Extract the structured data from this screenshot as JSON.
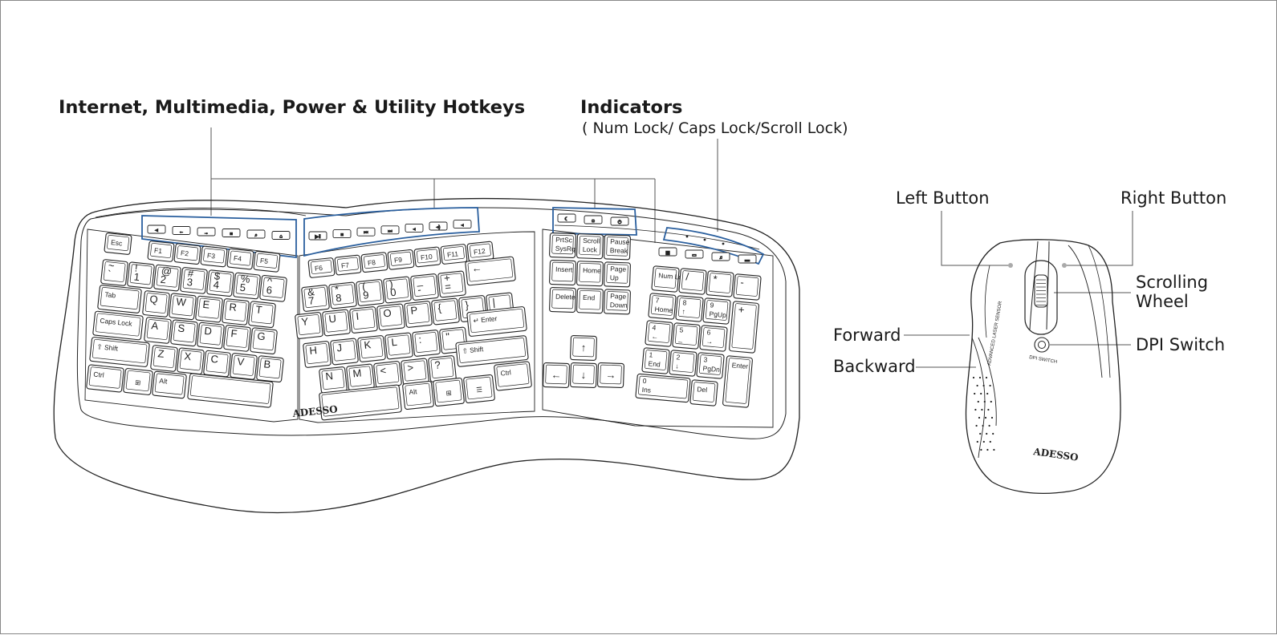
{
  "labels": {
    "hotkeys": "Internet, Multimedia, Power & Utility Hotkeys",
    "indicators_title": "Indicators",
    "indicators_sub": "( Num Lock/ Caps Lock/Scroll Lock)",
    "left_button": "Left Button",
    "right_button": "Right Button",
    "scrolling_wheel_1": "Scrolling",
    "scrolling_wheel_2": "Wheel",
    "forward": "Forward",
    "dpi_switch": "DPI Switch",
    "backward": "Backward"
  },
  "brand": "ADESSO",
  "mouse_side_text": "ADVANCED LASER SENSOR",
  "dpi_text": "DPI SWITCH",
  "keys": {
    "esc": "Esc",
    "f_left": [
      "F1",
      "F2",
      "F3",
      "F4",
      "F5"
    ],
    "f_right": [
      "F6",
      "F7",
      "F8",
      "F9",
      "F10",
      "F11",
      "F12"
    ],
    "num_row_left": [
      [
        "~",
        "`"
      ],
      [
        "!",
        "1"
      ],
      [
        "@",
        "2"
      ],
      [
        "#",
        "3"
      ],
      [
        "$",
        "4"
      ],
      [
        "%",
        "5"
      ],
      [
        "^",
        "6"
      ]
    ],
    "num_row_right": [
      [
        "&",
        "7"
      ],
      [
        "*",
        "8"
      ],
      [
        "(",
        "9"
      ],
      [
        ")",
        "0"
      ],
      [
        "_",
        "-"
      ],
      [
        "+",
        "="
      ]
    ],
    "backspace": "←",
    "tab": "Tab",
    "q_row_left": [
      "Q",
      "W",
      "E",
      "R",
      "T"
    ],
    "q_row_right": [
      "Y",
      "U",
      "I",
      "O",
      "P",
      "{",
      "}",
      "|"
    ],
    "caps": "Caps Lock",
    "a_row_left": [
      "A",
      "S",
      "D",
      "F",
      "G"
    ],
    "a_row_right": [
      "H",
      "J",
      "K",
      "L",
      ":",
      "\""
    ],
    "enter": "Enter",
    "shift": "Shift",
    "z_row_left": [
      "Z",
      "X",
      "C",
      "V",
      "B"
    ],
    "z_row_right": [
      "N",
      "M",
      "<",
      ">",
      "?"
    ],
    "ctrl": "Ctrl",
    "alt": "Alt",
    "nav": [
      "PrtSc SysRq",
      "Scroll Lock",
      "Pause Break",
      "Insert",
      "Home",
      "Page Up",
      "Delete",
      "End",
      "Page Down"
    ],
    "numpad": {
      "numlock": "Num Lock",
      "slash": "/",
      "star": "*",
      "minus": "-",
      "n7": "7",
      "n7b": "Home",
      "n8": "8",
      "n9": "9",
      "n9b": "PgUp",
      "plus": "+",
      "n4": "4",
      "n5": "5",
      "n6": "6",
      "n1": "1",
      "n1b": "End",
      "n2": "2",
      "n3": "3",
      "n3b": "PgDn",
      "n0": "0",
      "n0b": "Ins",
      "del": "Del",
      "enter": "Enter"
    }
  }
}
